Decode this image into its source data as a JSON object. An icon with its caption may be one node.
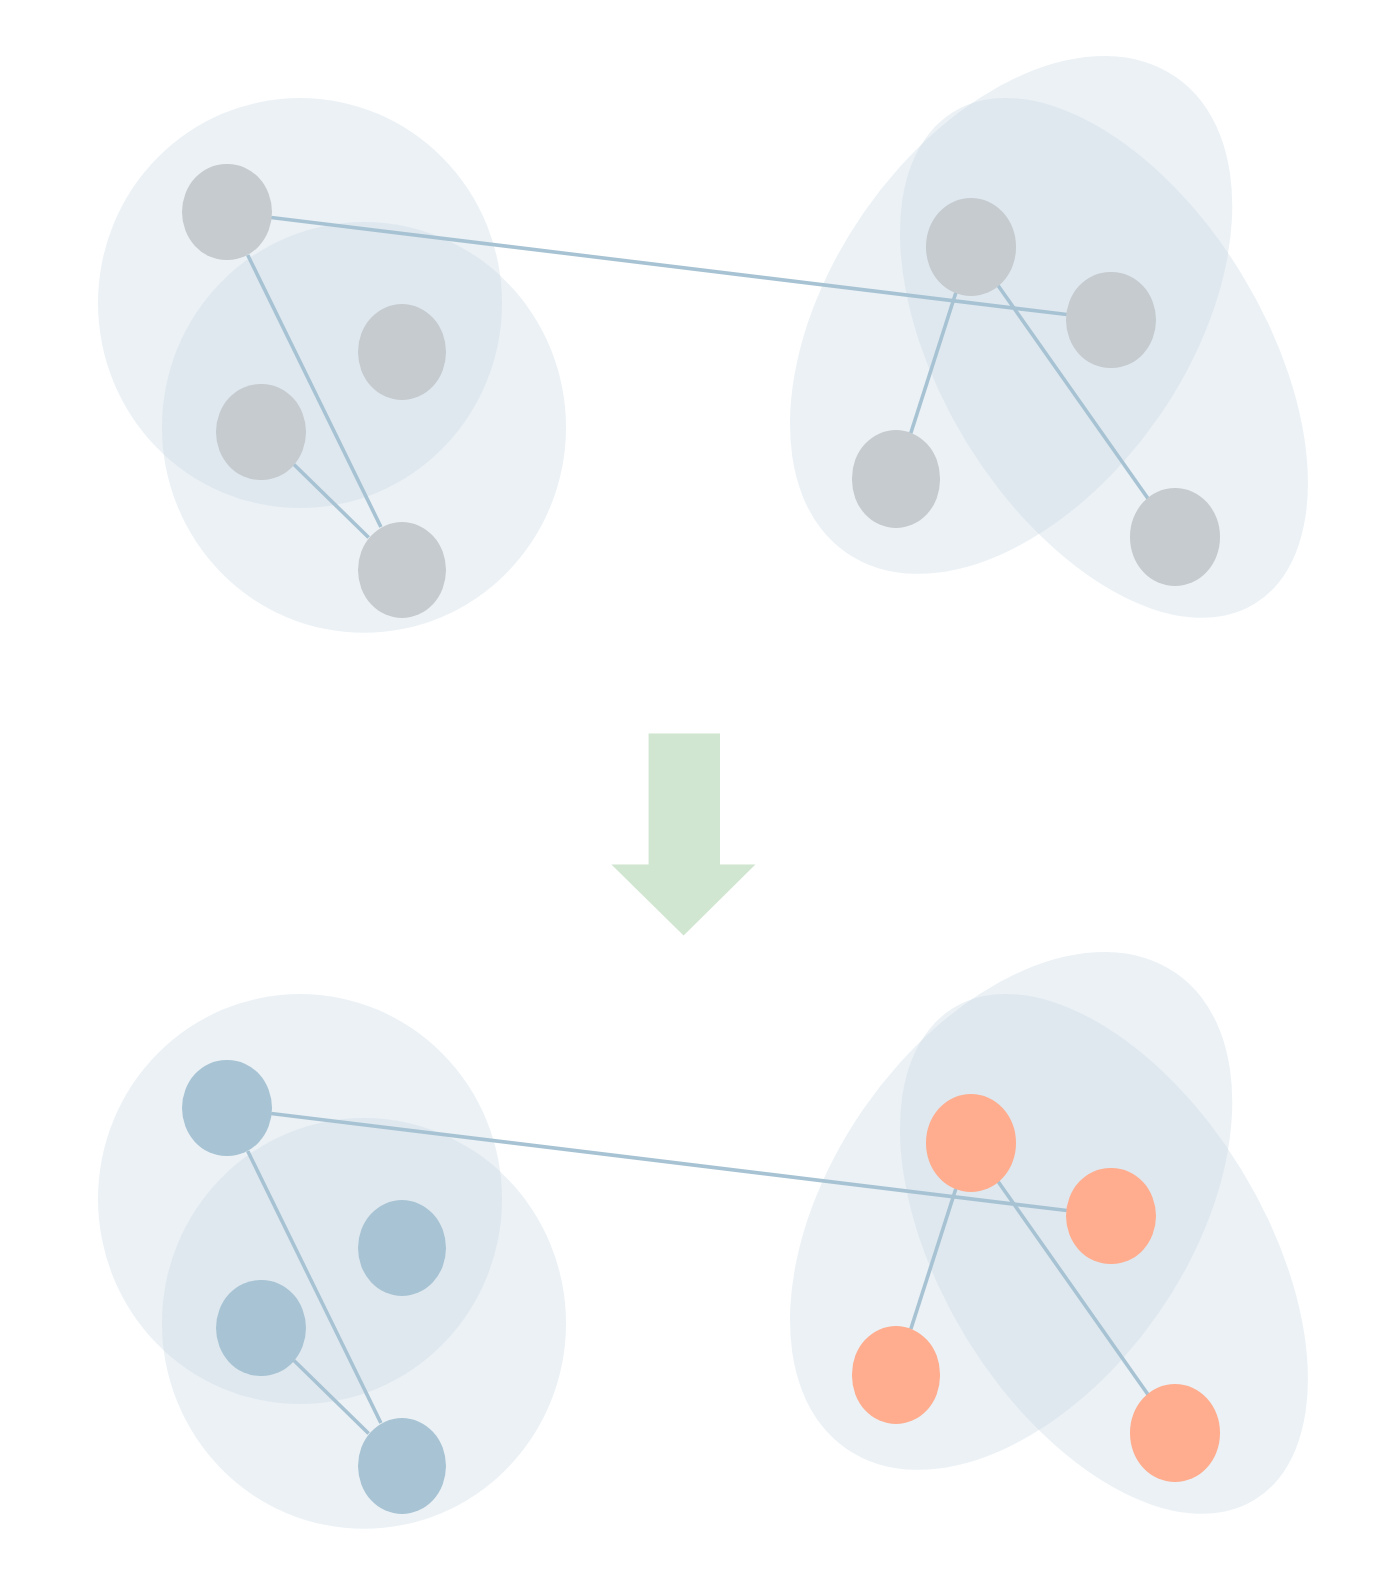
{
  "diagram": {
    "nodes": [
      {
        "text": [],
        "shape": "ellipse"
      },
      {
        "text": [],
        "shape": "ellipse"
      },
      {
        "text": [],
        "shape": "circle",
        "in": 0
      },
      {
        "text": [],
        "shape": "circle"
      },
      {
        "text": [],
        "shape": "circle"
      },
      {
        "text": [],
        "shape": "circle",
        "in": 1
      },
      {
        "text": [],
        "shape": "ellipse"
      },
      {
        "text": [],
        "shape": "ellipse"
      },
      {
        "text": [],
        "shape": "circle"
      },
      {
        "text": [],
        "shape": "circle"
      },
      {
        "text": [],
        "shape": "circle",
        "in": 6
      },
      {
        "text": [],
        "shape": "circle",
        "in": 7
      },
      {
        "text": [],
        "shape": "ellipse"
      },
      {
        "text": [],
        "shape": "ellipse"
      },
      {
        "text": [],
        "shape": "circle",
        "in": 12
      },
      {
        "text": [],
        "shape": "circle"
      },
      {
        "text": [],
        "shape": "circle"
      },
      {
        "text": [],
        "shape": "circle",
        "in": 13
      },
      {
        "text": [],
        "shape": "ellipse"
      },
      {
        "text": [],
        "shape": "ellipse"
      },
      {
        "text": [],
        "shape": "circle"
      },
      {
        "text": [],
        "shape": "circle"
      },
      {
        "text": [],
        "shape": "circle",
        "in": 18
      },
      {
        "text": [],
        "shape": "circle",
        "in": 19
      }
    ],
    "edges": [
      {
        "from": 2,
        "to": 9,
        "arrow": "none"
      },
      {
        "from": 2,
        "to": 5,
        "arrow": "none"
      },
      {
        "from": 4,
        "to": 5,
        "arrow": "none"
      },
      {
        "from": 8,
        "to": 10,
        "arrow": "none"
      },
      {
        "from": 8,
        "to": 11,
        "arrow": "none"
      },
      {
        "from": 14,
        "to": 21,
        "arrow": "none"
      },
      {
        "from": 14,
        "to": 17,
        "arrow": "none"
      },
      {
        "from": 16,
        "to": 17,
        "arrow": "none"
      },
      {
        "from": 20,
        "to": 22,
        "arrow": "none"
      },
      {
        "from": 20,
        "to": 23,
        "arrow": "none"
      }
    ]
  }
}
